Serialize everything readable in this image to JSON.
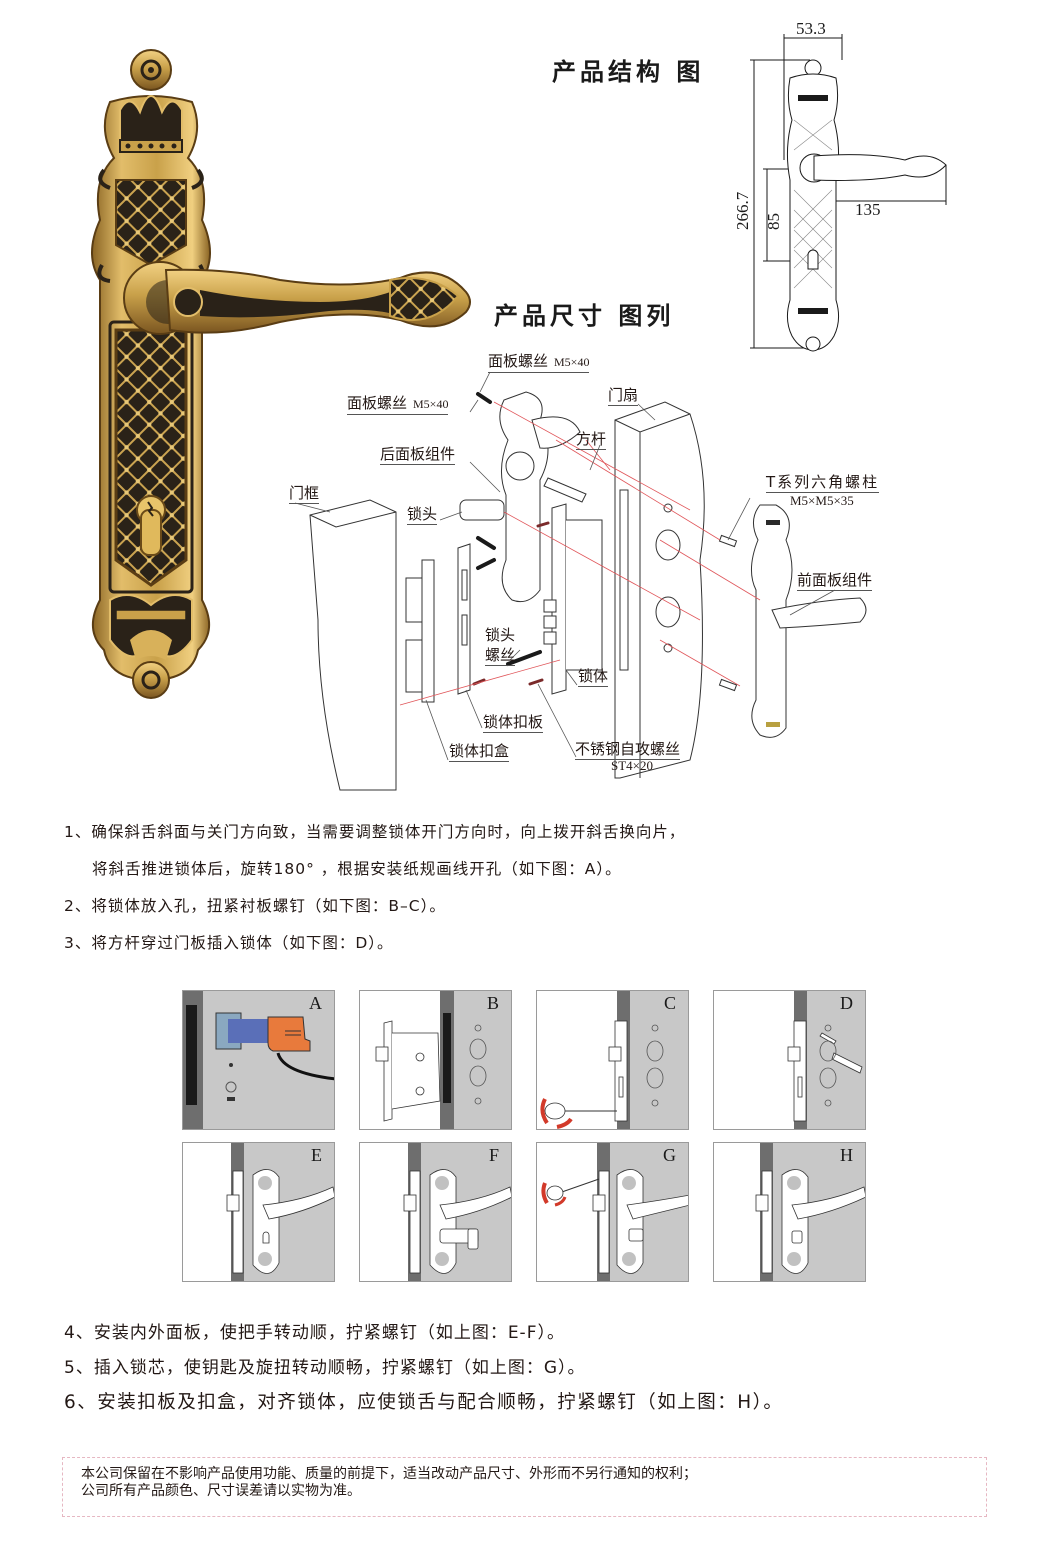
{
  "headings": {
    "structure": "产品结构 图",
    "dimension": "产品尺寸 图列"
  },
  "dimensions": {
    "plate_width": "53.3",
    "plate_height": "266.7",
    "center_distance": "85",
    "handle_length": "135"
  },
  "exploded_labels": {
    "panel_screw_top": {
      "label": "面板螺丝",
      "spec": "M5×40"
    },
    "panel_screw_left": {
      "label": "面板螺丝",
      "spec": "M5×40"
    },
    "door_leaf": "门扇",
    "square_spindle": "方杆",
    "rear_panel_assembly": "后面板组件",
    "door_frame": "门框",
    "lock_cylinder": "锁头",
    "hex_stud": {
      "label": "T系列六角螺柱",
      "spec": "M5×M5×35"
    },
    "front_panel_assembly": "前面板组件",
    "cylinder_screw_line1": "锁头",
    "cylinder_screw_line2": "螺丝",
    "lock_body": "锁体",
    "strike_plate": "锁体扣板",
    "strike_box": "锁体扣盒",
    "self_tapping_screw": {
      "label": "不锈钢自攻螺丝",
      "spec": "ST4×20"
    }
  },
  "instructions_part1": [
    "1、确保斜舌斜面与关门方向致，当需要调整锁体开门方向时，向上拨开斜舌换向片，",
    "将斜舌推进锁体后，旋转180° ，根据安装纸规画线开孔（如下图：A）。",
    "2、将锁体放入孔，扭紧衬板螺钉（如下图：B–C）。",
    "3、将方杆穿过门板插入锁体（如下图：D）。"
  ],
  "panels": [
    {
      "letter": "A"
    },
    {
      "letter": "B"
    },
    {
      "letter": "C"
    },
    {
      "letter": "D"
    },
    {
      "letter": "E"
    },
    {
      "letter": "F"
    },
    {
      "letter": "G"
    },
    {
      "letter": "H"
    }
  ],
  "instructions_part2": [
    "4、安装内外面板，使把手转动顺，拧紧螺钉（如上图：E-F）。",
    "5、插入锁芯，使钥匙及旋扭转动顺畅，拧紧螺钉（如上图：G）。",
    "6、安装扣板及扣盒，对齐锁体，应使锁舌与配合顺畅，拧紧螺钉（如上图：H）。"
  ],
  "disclaimer": {
    "line1": "本公司保留在不影响产品使用功能、质量的前提下，适当改动产品尺寸、外形而不另行通知的权利；",
    "line2": "公司所有产品颜色、尺寸误差请以实物为准。"
  },
  "colors": {
    "gold": "#c9a14a",
    "gold_dark": "#8a6424",
    "antique_black": "#2a2218",
    "panel_gray": "#c8c8c8",
    "door_edge": "#6e6e6e",
    "drill_blue": "#5a6fb8",
    "drill_orange": "#e87a3c",
    "arrow_red": "#d23a2a",
    "guide_red": "#e0565a",
    "dashed_pink": "#e6b7c2"
  }
}
